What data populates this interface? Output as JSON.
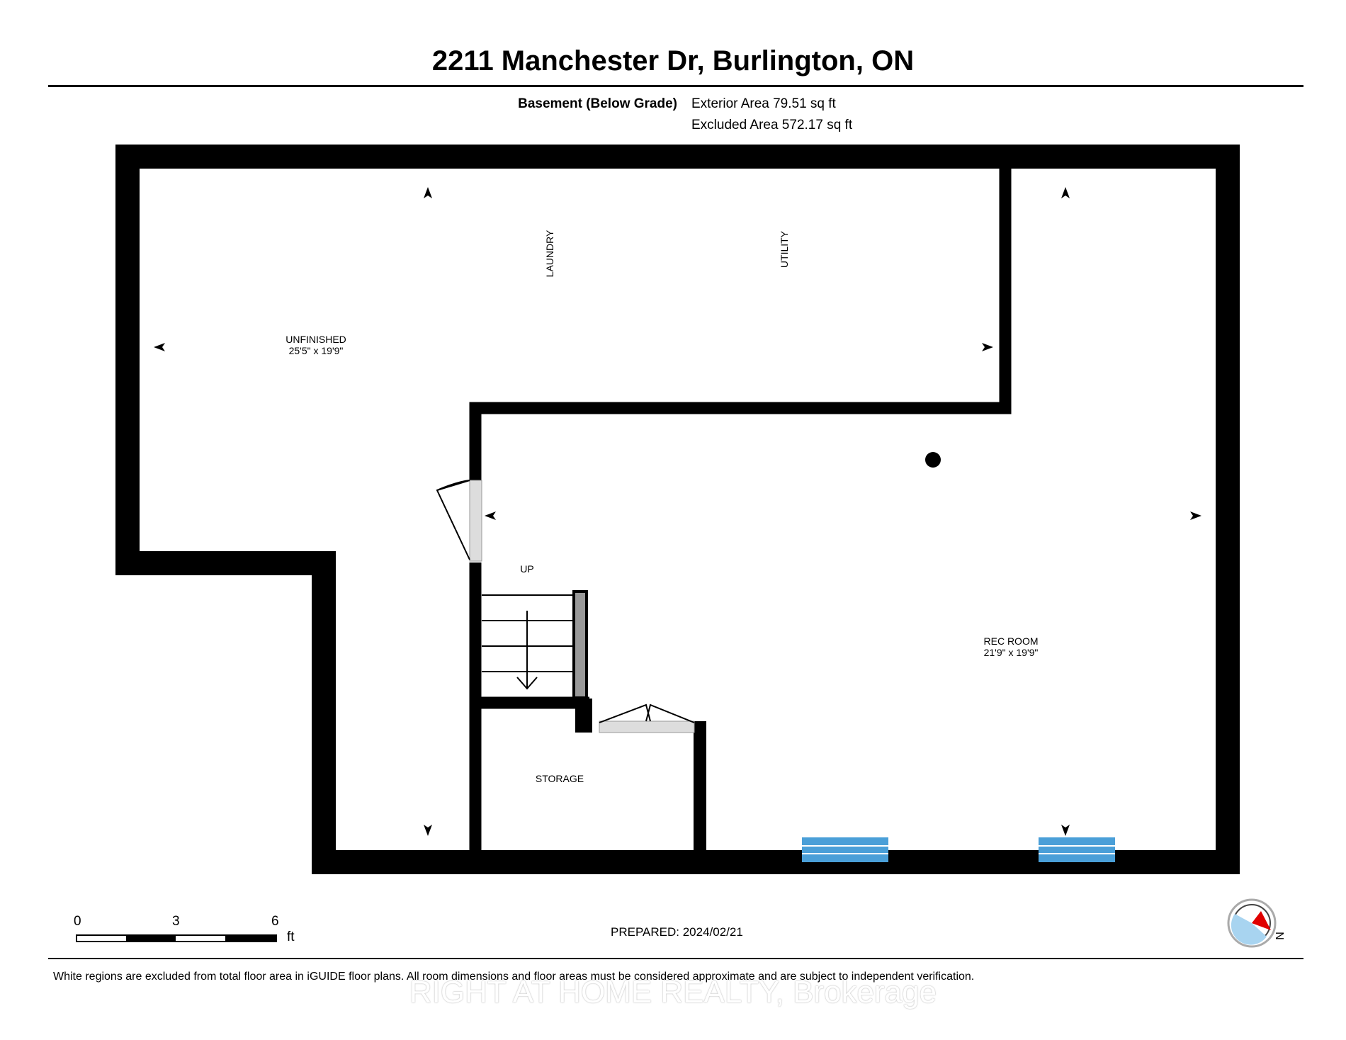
{
  "header": {
    "address": "2211 Manchester Dr, Burlington, ON"
  },
  "floor": {
    "label": "Basement (Below Grade)",
    "exterior_area": "Exterior Area 79.51 sq ft",
    "excluded_area": "Excluded Area 572.17 sq ft"
  },
  "rooms": {
    "unfinished": {
      "name": "UNFINISHED",
      "dims": "25'5\" x 19'9\""
    },
    "laundry": {
      "name": "LAUNDRY"
    },
    "utility": {
      "name": "UTILITY"
    },
    "rec_room": {
      "name": "REC ROOM",
      "dims": "21'9\" x 19'9\""
    },
    "storage": {
      "name": "STORAGE"
    },
    "stairs": {
      "label": "UP"
    }
  },
  "scale_bar": {
    "ticks": [
      "0",
      "3",
      "6"
    ],
    "unit": "ft"
  },
  "compass": {
    "label": "N"
  },
  "footer": {
    "prepared": "PREPARED: 2024/02/21",
    "disclaimer": "White regions are excluded from total floor area in iGUIDE floor plans. All room dimensions and floor areas must be considered approximate and are subject to independent verification.",
    "watermark": "RIGHT AT HOME REALTY, Brokerage"
  },
  "colors": {
    "wall": "#000000",
    "window": "#4a9fd8",
    "door": "#dddddd",
    "compass_red": "#e00000",
    "compass_blue": "#a8d4f0"
  }
}
